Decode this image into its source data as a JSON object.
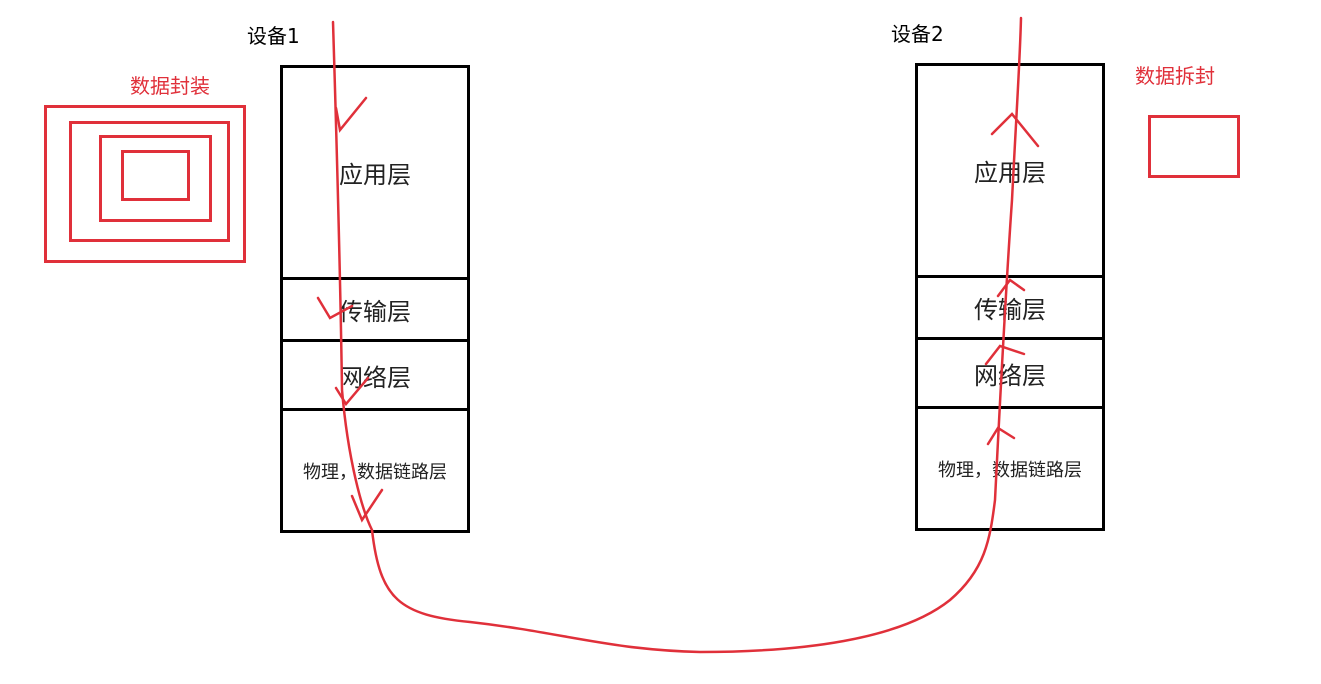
{
  "device1": {
    "label": "设备1",
    "layers": [
      "应用层",
      "传输层",
      "网络层",
      "物理，数据链路层"
    ]
  },
  "device2": {
    "label": "设备2",
    "layers": [
      "应用层",
      "传输层",
      "网络层",
      "物理，数据链路层"
    ]
  },
  "annotations": {
    "encapsulation": "数据封装",
    "decapsulation": "数据拆封"
  },
  "colors": {
    "stroke": "#000000",
    "annotation": "#e0303a"
  }
}
